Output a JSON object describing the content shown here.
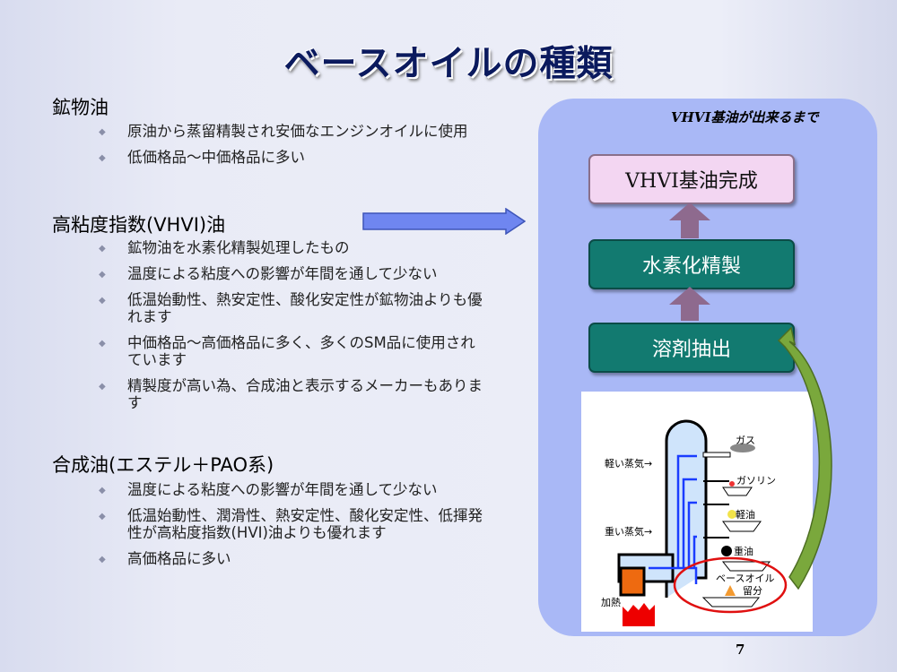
{
  "title": "ベースオイルの種類",
  "sections": [
    {
      "heading": "鉱物油",
      "items": [
        "原油から蒸留精製され安価なエンジンオイルに使用",
        "低価格品～中価格品に多い"
      ]
    },
    {
      "heading": "高粘度指数(VHVI)油",
      "items": [
        "鉱物油を水素化精製処理したもの",
        "温度による粘度への影響が年間を通して少ない",
        "低温始動性、熱安定性、酸化安定性が鉱物油よりも優れます",
        "中価格品～高価格品に多く、多くのSM品に使用されています",
        "精製度が高い為、合成油と表示するメーカーもあります"
      ]
    },
    {
      "heading": "合成油(エステル＋PAO系)",
      "items": [
        "温度による粘度への影響が年間を通して少ない",
        "低温始動性、潤滑性、熱安定性、酸化安定性、低揮発性が高粘度指数(HVI)油よりも優れます",
        "高価格品に多い"
      ]
    }
  ],
  "panel": {
    "title": "VHVI基油が出来るまで",
    "steps": [
      "VHVI基油完成",
      "水素化精製",
      "溶剤抽出"
    ]
  },
  "diagram": {
    "light_vapor": "軽い蒸気→",
    "heavy_vapor": "重い蒸気→",
    "heat": "加熱",
    "gas": "ガス",
    "gasoline": "ガソリン",
    "light_oil": "軽油",
    "heavy_oil": "重油",
    "base_oil": "ベースオイル",
    "fraction": "留分"
  },
  "page_number": "7"
}
